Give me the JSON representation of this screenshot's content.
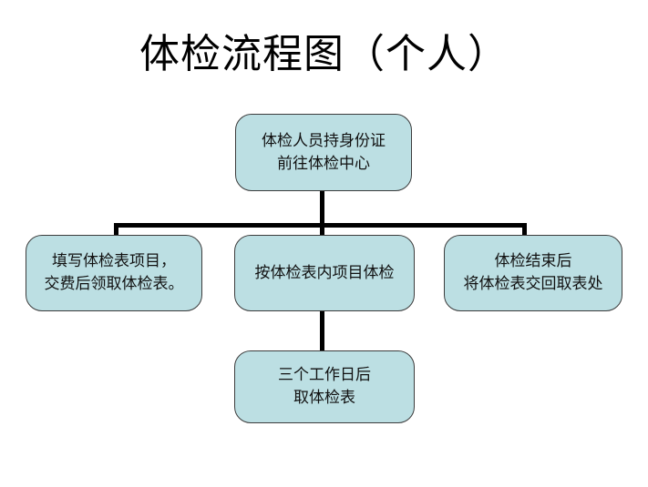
{
  "slide": {
    "title": "体检流程图（个人）",
    "background_color": "#ffffff"
  },
  "theme": {
    "node_fill": "#bcdfe3",
    "node_border": "#3c3c3c",
    "connector_color": "#000000",
    "text_color": "#111111"
  },
  "chart_data": {
    "type": "diagram",
    "title": "体检流程图（个人）",
    "nodes": [
      {
        "id": "top",
        "lines": [
          "体检人员持身份证",
          "前往体检中心"
        ],
        "text": "体检人员持身份证前往体检中心"
      },
      {
        "id": "left",
        "lines": [
          "填写体检表项目，",
          "交费后领取体检表。"
        ],
        "text": "填写体检表项目，交费后领取体检表。"
      },
      {
        "id": "middle",
        "lines": [
          "按体检表内项目体检"
        ],
        "text": "按体检表内项目体检"
      },
      {
        "id": "right",
        "lines": [
          "体检结束后",
          "将体检表交回取表处"
        ],
        "text": "体检结束后将体检表交回取表处"
      },
      {
        "id": "bottom",
        "lines": [
          "三个工作日后",
          "取体检表"
        ],
        "text": "三个工作日后取体检表"
      }
    ],
    "edges": [
      {
        "from": "top",
        "to": "left"
      },
      {
        "from": "top",
        "to": "middle"
      },
      {
        "from": "top",
        "to": "right"
      },
      {
        "from": "middle",
        "to": "bottom"
      }
    ]
  }
}
